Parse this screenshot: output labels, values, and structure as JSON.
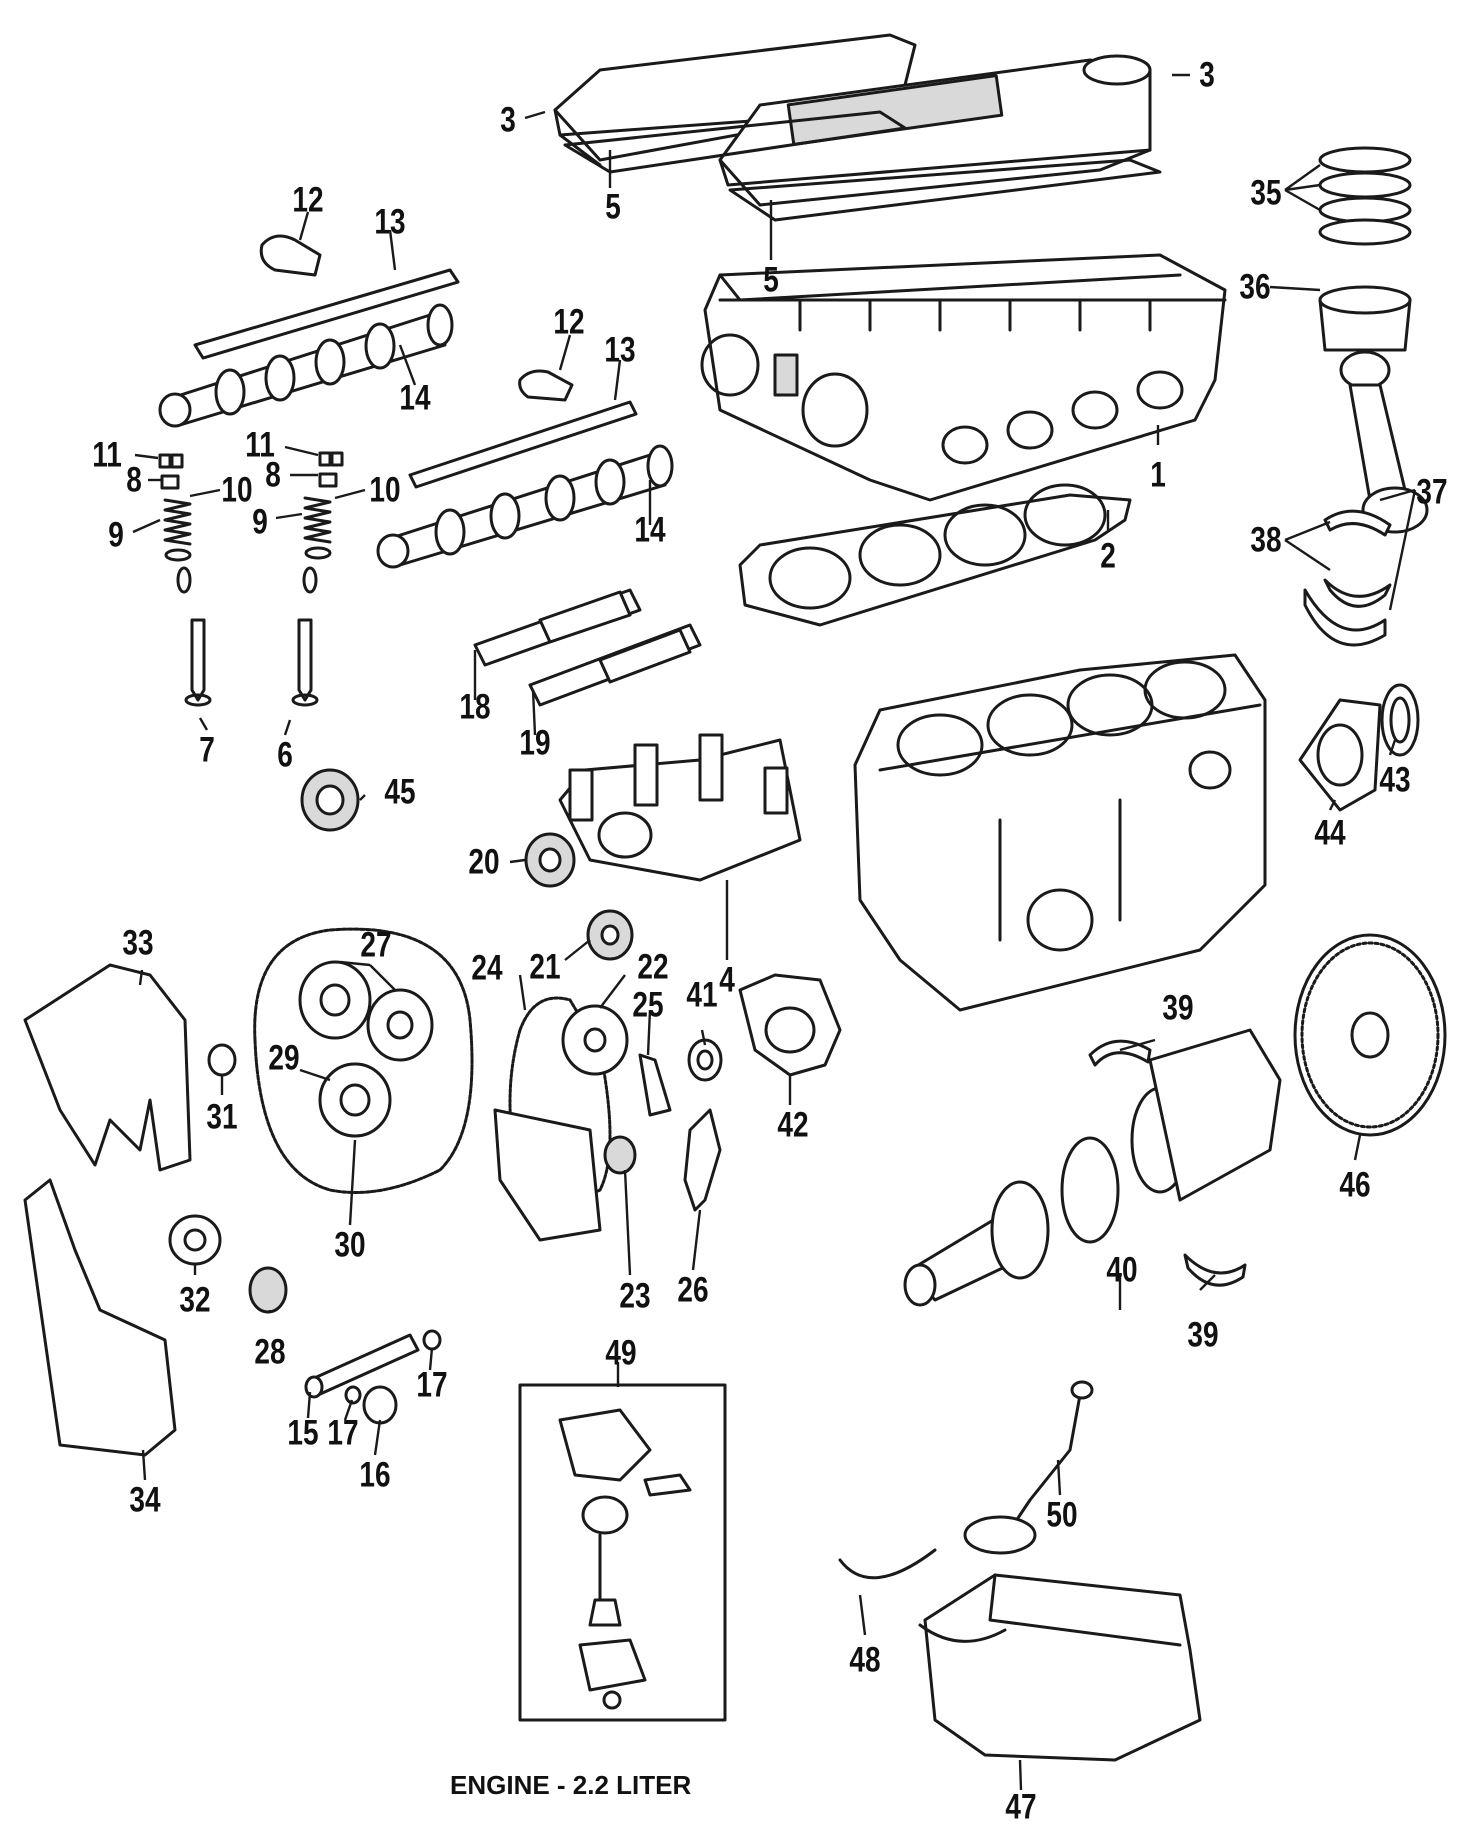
{
  "caption": "ENGINE - 2.2 LITER",
  "callouts": [
    {
      "n": "1"
    },
    {
      "n": "2"
    },
    {
      "n": "3"
    },
    {
      "n": "3"
    },
    {
      "n": "4"
    },
    {
      "n": "5"
    },
    {
      "n": "5"
    },
    {
      "n": "6"
    },
    {
      "n": "7"
    },
    {
      "n": "8"
    },
    {
      "n": "8"
    },
    {
      "n": "9"
    },
    {
      "n": "9"
    },
    {
      "n": "10"
    },
    {
      "n": "10"
    },
    {
      "n": "11"
    },
    {
      "n": "11"
    },
    {
      "n": "12"
    },
    {
      "n": "12"
    },
    {
      "n": "13"
    },
    {
      "n": "13"
    },
    {
      "n": "14"
    },
    {
      "n": "14"
    },
    {
      "n": "15"
    },
    {
      "n": "16"
    },
    {
      "n": "17"
    },
    {
      "n": "17"
    },
    {
      "n": "18"
    },
    {
      "n": "19"
    },
    {
      "n": "20"
    },
    {
      "n": "21"
    },
    {
      "n": "22"
    },
    {
      "n": "23"
    },
    {
      "n": "24"
    },
    {
      "n": "25"
    },
    {
      "n": "26"
    },
    {
      "n": "27"
    },
    {
      "n": "28"
    },
    {
      "n": "29"
    },
    {
      "n": "30"
    },
    {
      "n": "31"
    },
    {
      "n": "32"
    },
    {
      "n": "33"
    },
    {
      "n": "34"
    },
    {
      "n": "35"
    },
    {
      "n": "36"
    },
    {
      "n": "37"
    },
    {
      "n": "38"
    },
    {
      "n": "39"
    },
    {
      "n": "39"
    },
    {
      "n": "40"
    },
    {
      "n": "41"
    },
    {
      "n": "42"
    },
    {
      "n": "43"
    },
    {
      "n": "44"
    },
    {
      "n": "45"
    },
    {
      "n": "46"
    },
    {
      "n": "47"
    },
    {
      "n": "48"
    },
    {
      "n": "49"
    },
    {
      "n": "50"
    }
  ]
}
